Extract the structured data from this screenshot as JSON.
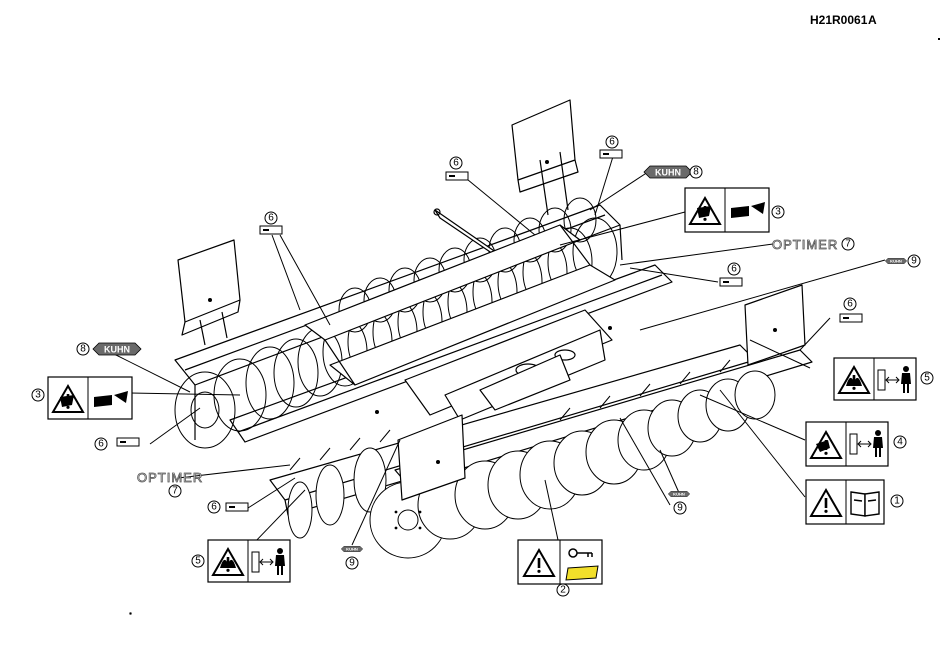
{
  "header": {
    "ref_code": "H21R0061",
    "revision": "A"
  },
  "brand": {
    "kuhn": "KUHN",
    "optimer": "OPTIMER"
  },
  "callouts": {
    "c1": "1",
    "c2": "2",
    "c3a": "3",
    "c3b": "3",
    "c4": "4",
    "c5a": "5",
    "c5b": "5",
    "c6a": "6",
    "c6b": "6",
    "c6c": "6",
    "c6d": "6",
    "c6e": "6",
    "c6f": "6",
    "c6g": "6",
    "c7a": "7",
    "c7b": "7",
    "c8a": "8",
    "c8b": "8",
    "c9a": "9",
    "c9b": "9",
    "c9c": "9"
  },
  "icons": [
    "warning-triangle-icon",
    "manual-book-icon",
    "crush-hazard-icon",
    "hot-surface-icon",
    "safety-distance-icon",
    "key-icon"
  ],
  "colors": {
    "line": "#000000",
    "manual_yellow": "#f2df2a",
    "kuhn_red": "#6a6a6a"
  }
}
